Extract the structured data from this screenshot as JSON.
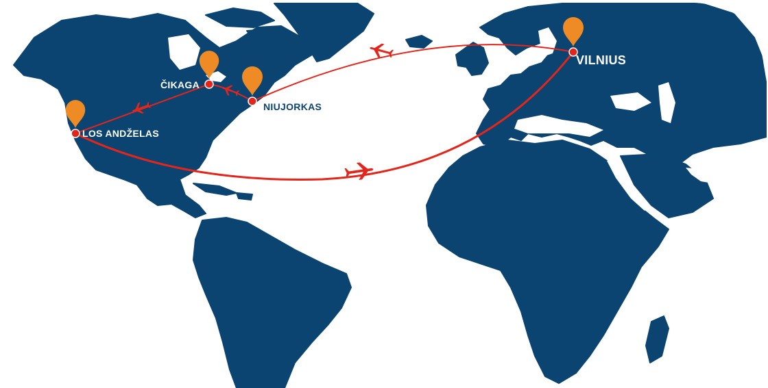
{
  "map": {
    "land_color": "#0b4470",
    "sea_color": "#ffffff",
    "route_color": "#e3261b",
    "pin_color": "#ef8b24",
    "pin_icon": "map-pin-icon",
    "plane_icon": "airplane-icon"
  },
  "cities": {
    "vilnius": "VILNIUS",
    "cikaga": "ČIKAGA",
    "niujorkas": "NIUJORKAS",
    "los_andzelas": "LOS ANDŽELAS"
  },
  "routes": [
    {
      "from": "VILNIUS",
      "to": "NIUJORKAS"
    },
    {
      "from": "NIUJORKAS",
      "to": "ČIKAGA"
    },
    {
      "from": "ČIKAGA",
      "to": "LOS ANDŽELAS"
    },
    {
      "from": "LOS ANDŽELAS",
      "to": "VILNIUS"
    }
  ]
}
